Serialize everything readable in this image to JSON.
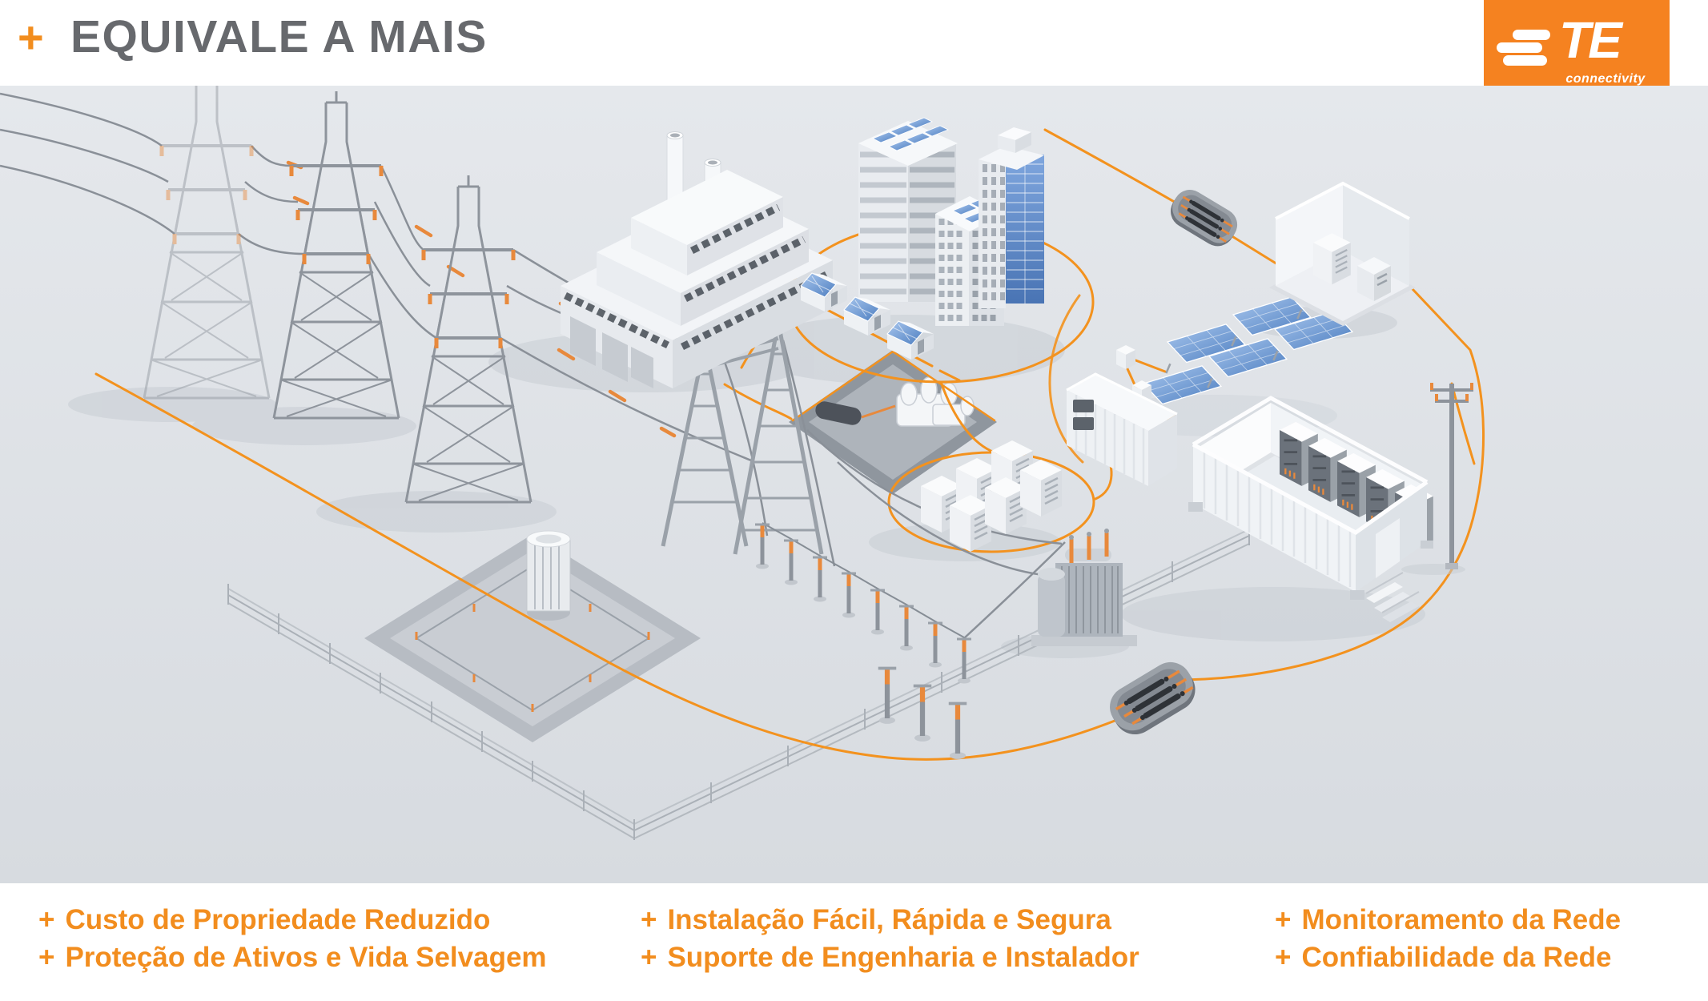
{
  "header": {
    "plus_symbol": "+",
    "title": "EQUIVALE A MAIS"
  },
  "logo": {
    "brand": "TE",
    "tagline": "connectivity",
    "background": "#F58220"
  },
  "benefits": {
    "columns": [
      {
        "items": [
          {
            "prefix": "+",
            "text": "Custo de Propriedade Reduzido"
          },
          {
            "prefix": "+",
            "text": "Proteção de Ativos e Vida Selvagem"
          }
        ]
      },
      {
        "items": [
          {
            "prefix": "+",
            "text": "Instalação Fácil, Rápida e Segura"
          },
          {
            "prefix": "+",
            "text": "Suporte de Engenharia e Instalador"
          }
        ]
      },
      {
        "items": [
          {
            "prefix": "+",
            "text": "Monitoramento da Rede"
          },
          {
            "prefix": "+",
            "text": "Confiabilidade da Rede"
          }
        ]
      }
    ]
  },
  "colors": {
    "accent_orange": "#F28D1E",
    "logo_orange": "#F58220",
    "title_gray": "#67696D",
    "stage_background": "#DEE2E7",
    "solar_blue": "#4D7EC0"
  },
  "illustration": {
    "elements": [
      "transmission-towers",
      "power-lines",
      "power-plant",
      "city-buildings-with-rooftop-solar",
      "residential-houses-with-solar",
      "solar-farm",
      "storage-container",
      "battery-cabinets",
      "battery-storage-container",
      "control-room",
      "utility-pole",
      "cable-splice-connector-pads",
      "substation-gantries",
      "disconnect-switches",
      "transformer",
      "generator-pit",
      "perimeter-fence",
      "orange-grid-connection-lines"
    ]
  }
}
